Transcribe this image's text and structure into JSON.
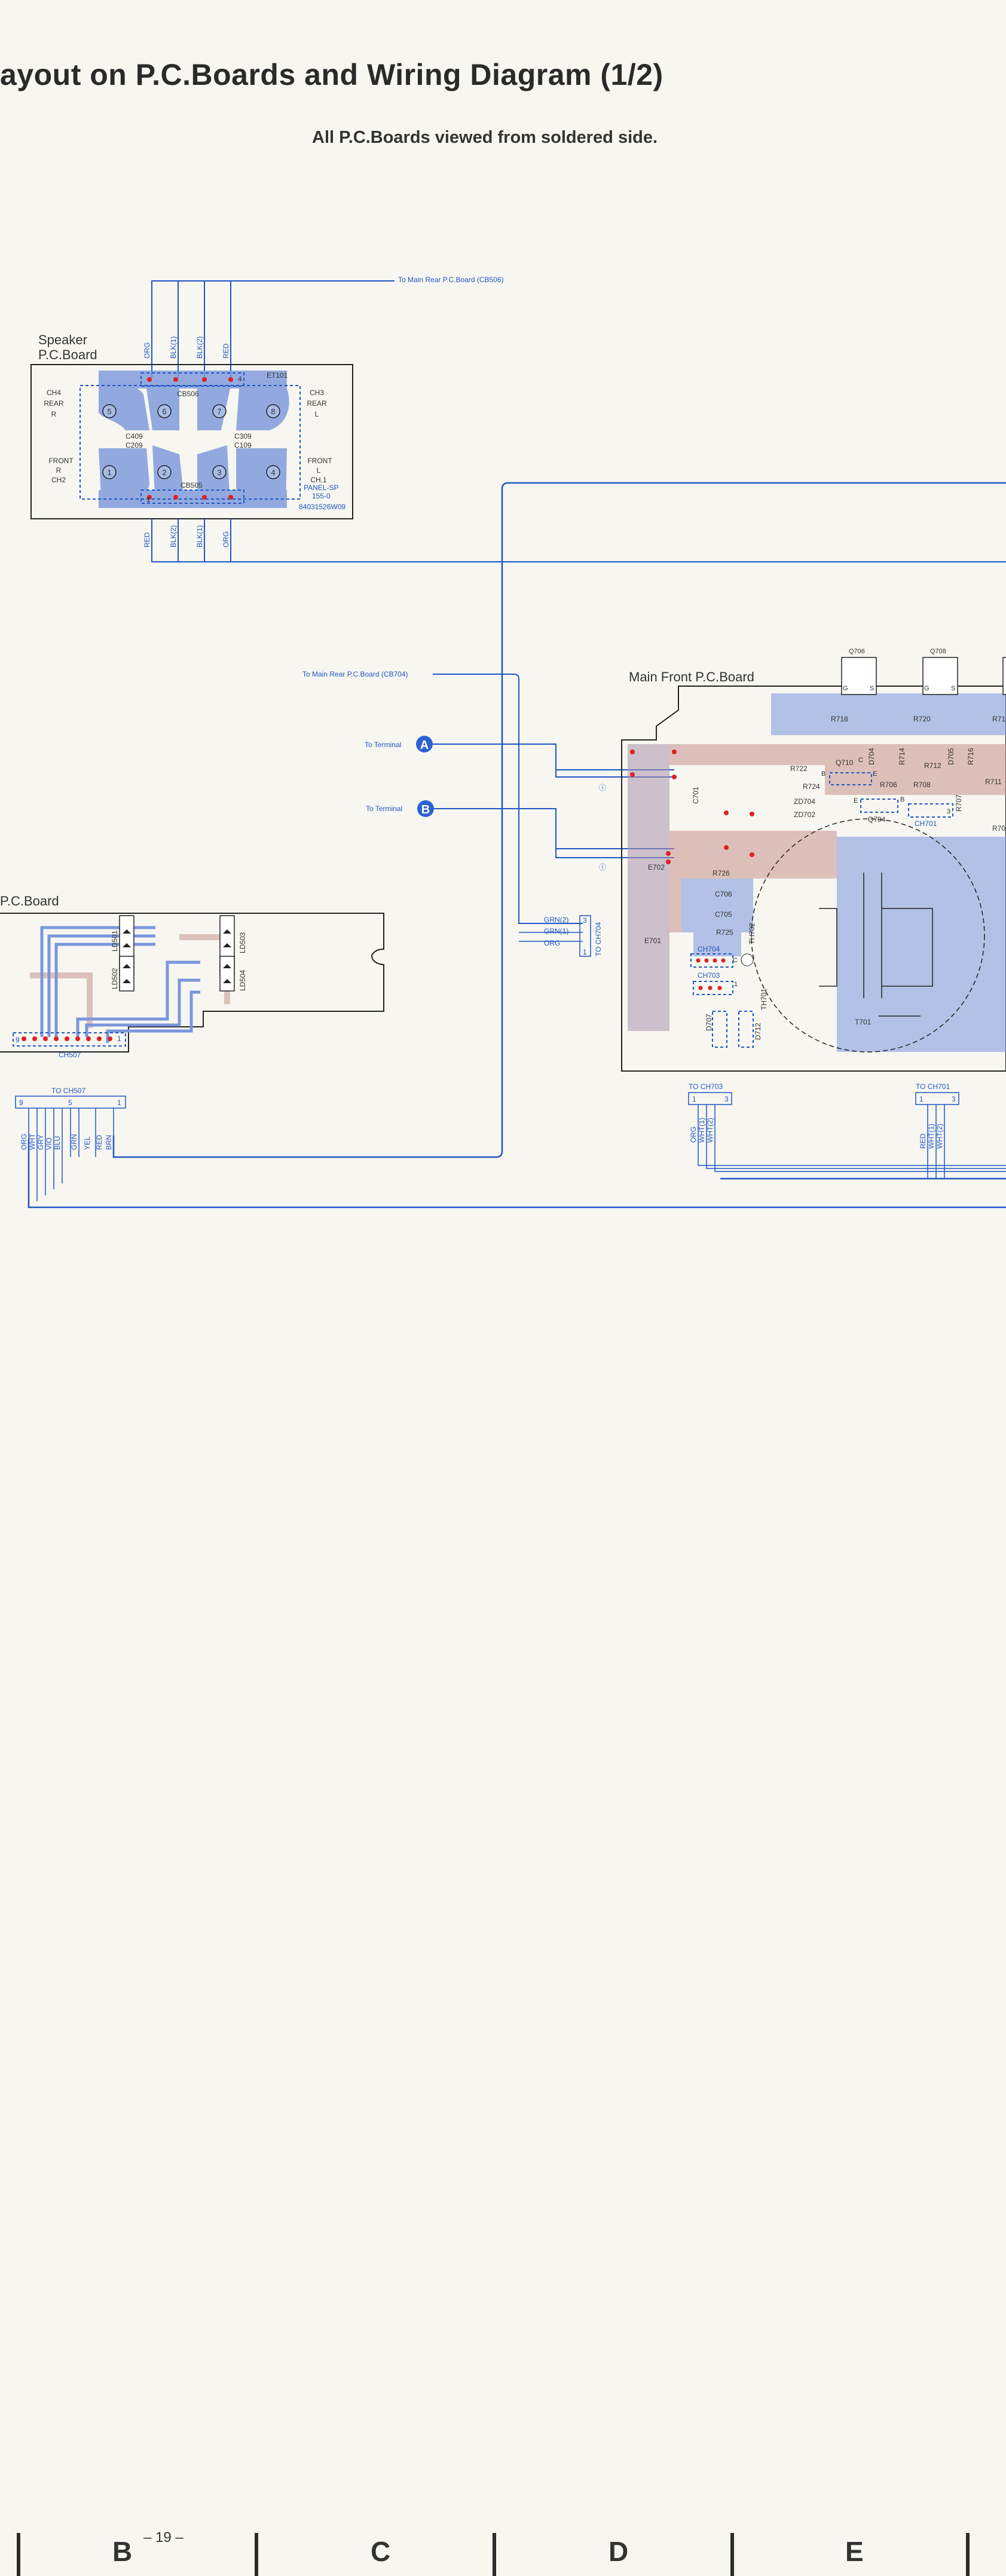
{
  "header": {
    "title": "ayout on P.C.Boards and Wiring Diagram (1/2)",
    "subtitle": "All P.C.Boards viewed from soldered side."
  },
  "speaker_board": {
    "title_line1": "Speaker",
    "title_line2": "P.C.Board",
    "top_wires": [
      "ORG",
      "BLK(1)",
      "BLK(2)",
      "RED"
    ],
    "bottom_wires": [
      "RED",
      "BLK(2)",
      "BLK(1)",
      "ORG"
    ],
    "to_main_rear": "To Main Rear P.C.Board (CB506)",
    "ch4": [
      "CH4",
      "REAR",
      "R"
    ],
    "ch3": [
      "CH3",
      "REAR",
      "L"
    ],
    "ch2": [
      "FRONT",
      "R",
      "CH2"
    ],
    "ch1": [
      "FRONT",
      "L",
      "CH.1"
    ],
    "terminals": [
      "1",
      "2",
      "3",
      "4",
      "5",
      "6",
      "7",
      "8"
    ],
    "parts": {
      "c409": "C409",
      "c209": "C209",
      "c309": "C309",
      "c109": "C109",
      "cb506": "CB506",
      "cb505": "CB505",
      "et101": "ET101",
      "pin4": "4",
      "pin1": "1",
      "panel": "PANEL-SP",
      "panel_no": "155-0",
      "part_no": "84031526W09"
    }
  },
  "main_front_board": {
    "title": "Main Front P.C.Board",
    "to_main_rear": "To Main Rear P.C.Board (CB704)",
    "to_terminal_a": "To Terminal",
    "to_terminal_b": "To Terminal",
    "terminal_a": "A",
    "terminal_b": "B",
    "transistors": [
      "Q706",
      "Q708"
    ],
    "gs_labels": [
      "G",
      "S",
      "G",
      "S"
    ],
    "components": [
      "R718",
      "R720",
      "R71",
      "Q710",
      "D704",
      "R714",
      "D705",
      "R716",
      "R712",
      "R722",
      "R724",
      "ZD704",
      "ZD702",
      "R706",
      "R708",
      "R707",
      "R711",
      "Q704",
      "CH701",
      "R70",
      "C701",
      "E702",
      "R726",
      "C706",
      "C705",
      "R725",
      "E701",
      "CH704",
      "CH703",
      "TH702",
      "TH701",
      "D707",
      "D712",
      "T701"
    ],
    "pins": [
      "B",
      "C",
      "E",
      "E",
      "B",
      "3",
      "1",
      "C"
    ],
    "ch704_connector": {
      "wires": [
        "GRN(2)",
        "GRN(1)",
        "ORG"
      ],
      "pins": [
        "3",
        "1"
      ],
      "label": "TO CH704"
    },
    "to_ch703": {
      "title": "TO CH703",
      "pins": [
        "1",
        "3"
      ],
      "wires": [
        "ORG",
        "WHT(1)",
        "WHT(2)"
      ]
    },
    "to_ch701": {
      "title": "TO CH701",
      "pins": [
        "1",
        "3"
      ],
      "wires": [
        "RED",
        "WHT(1)",
        "WHT(2)"
      ]
    }
  },
  "led_board": {
    "title": "P.C.Board",
    "leds": [
      "LD501",
      "LD502",
      "LD503",
      "LD504"
    ],
    "connector": "CH507",
    "pins": [
      "9",
      "1"
    ],
    "to_ch507": {
      "title": "TO CH507",
      "pins": [
        "9",
        "5",
        "1"
      ],
      "wires": [
        "ORG",
        "WHT",
        "GRY",
        "VIO",
        "BLU",
        "GRN",
        "YEL",
        "RED",
        "BRN"
      ]
    }
  },
  "footer": {
    "page_number": "– 19 –",
    "columns": [
      "B",
      "C",
      "D",
      "E"
    ]
  },
  "colors": {
    "wire": "#1e56c4",
    "pad_blue": "#7a97dd",
    "pad_red": "#c9938d",
    "solder": "#d22"
  }
}
